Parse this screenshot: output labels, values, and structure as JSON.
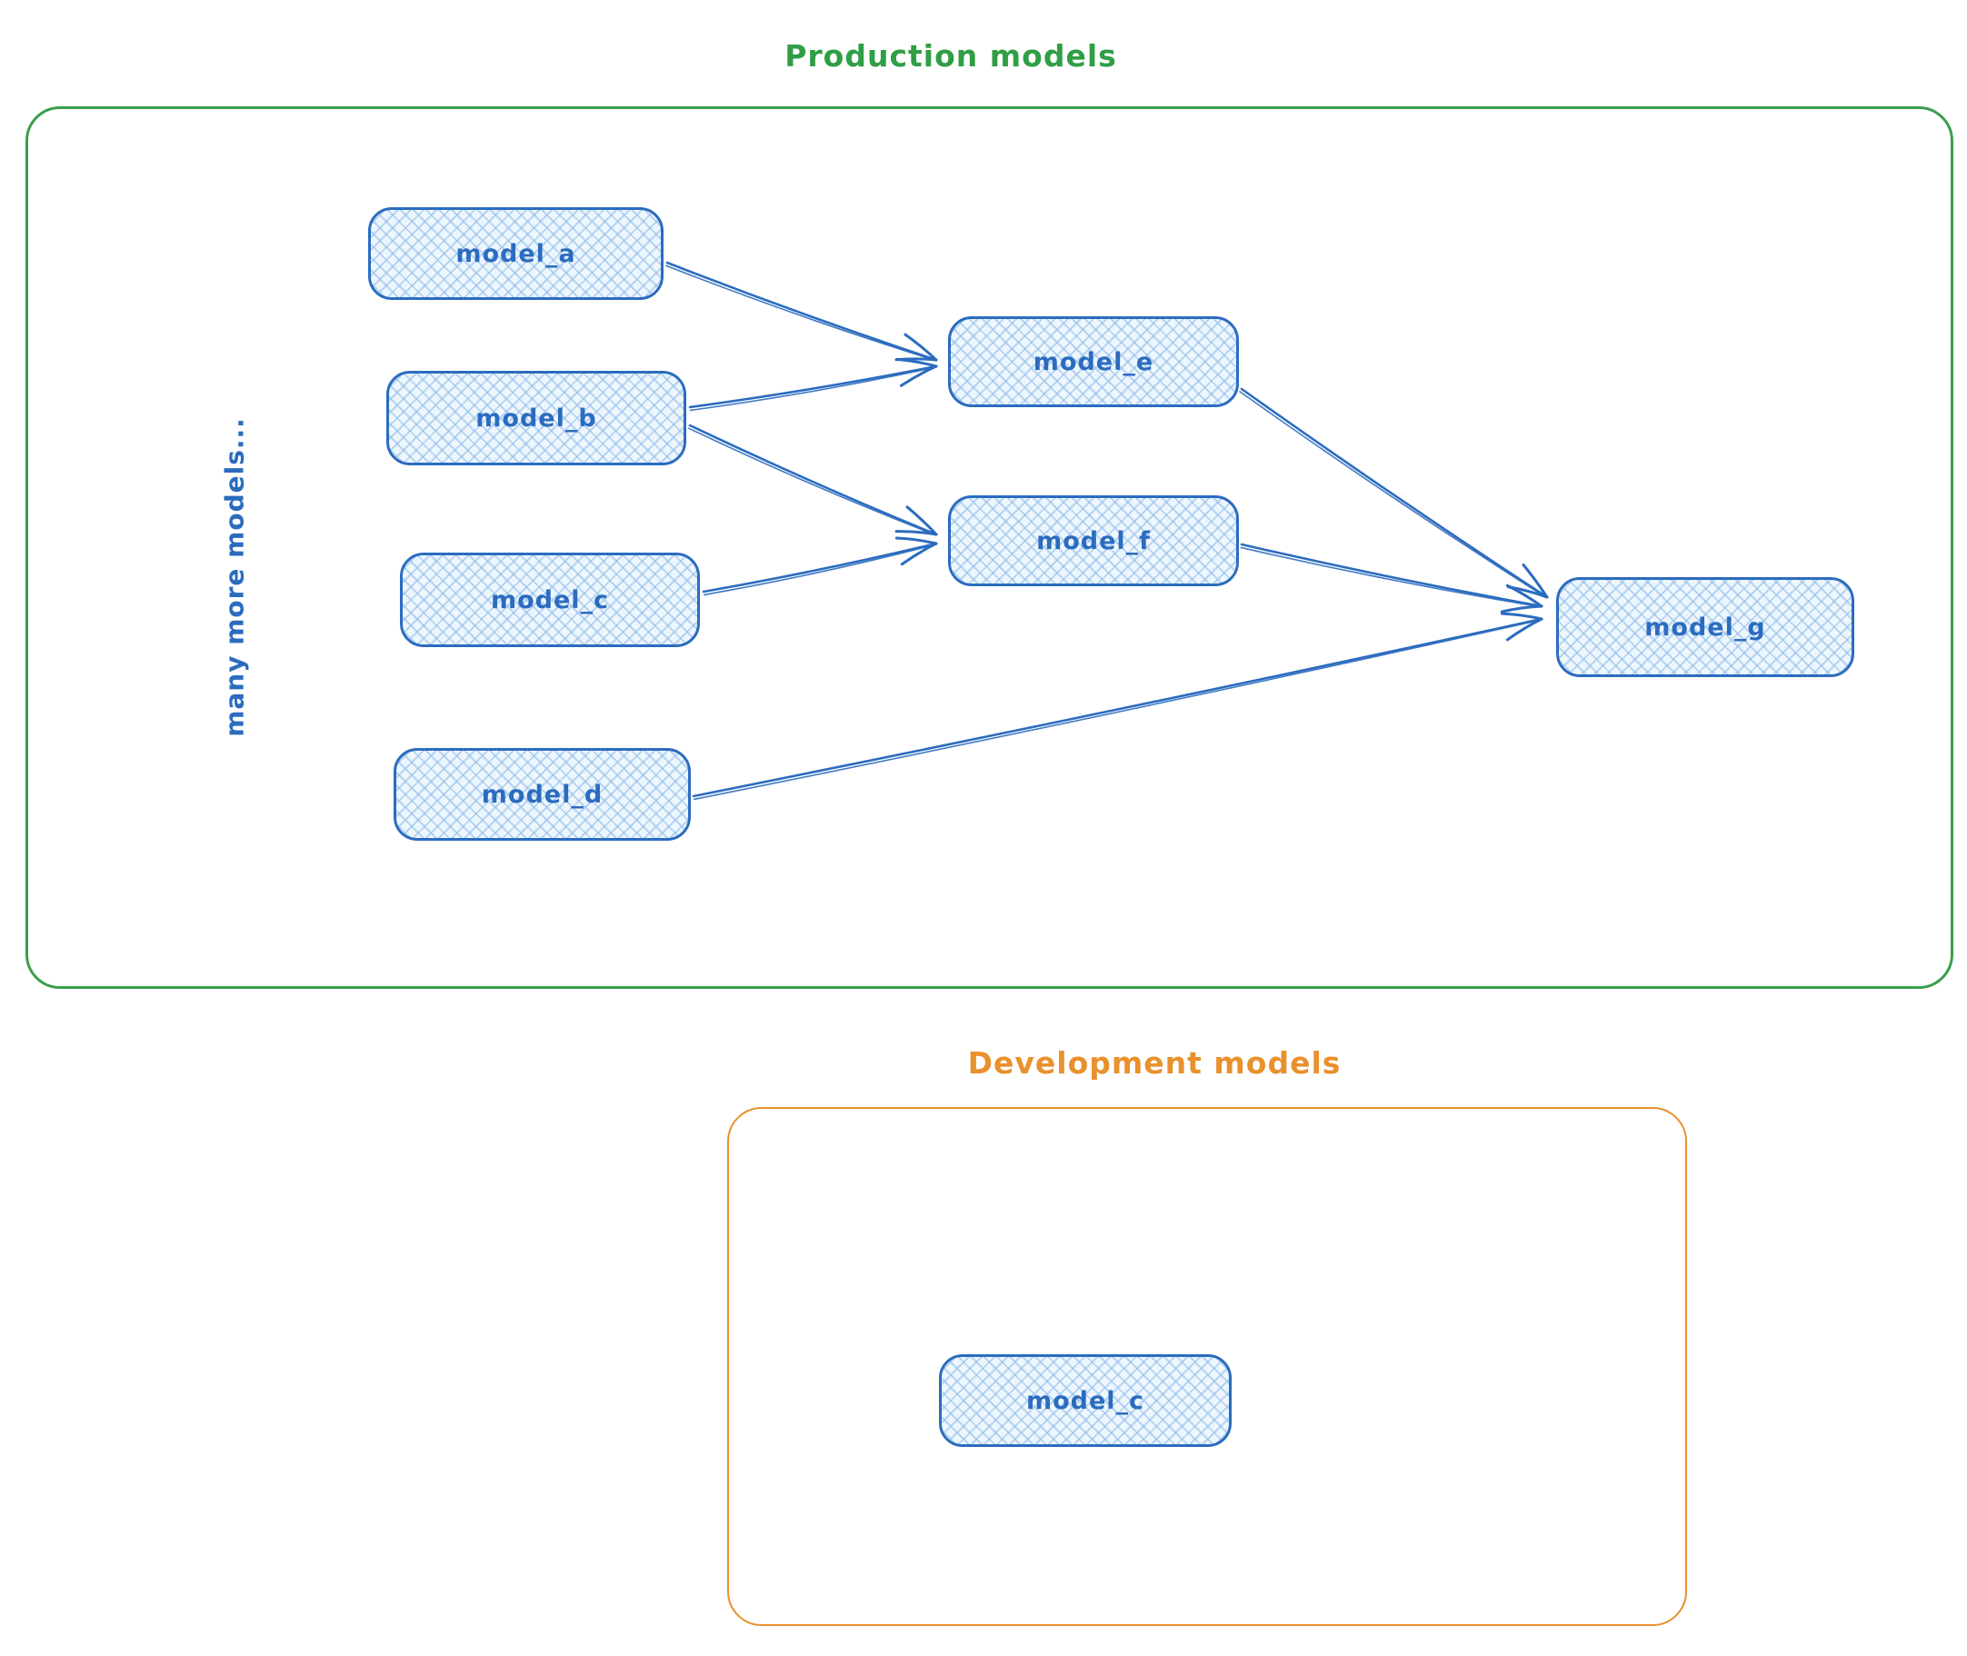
{
  "diagram": {
    "production": {
      "title": "Production models",
      "side_note": "many more models...",
      "nodes": [
        {
          "id": "model_a",
          "label": "model_a"
        },
        {
          "id": "model_b",
          "label": "model_b"
        },
        {
          "id": "model_c",
          "label": "model_c"
        },
        {
          "id": "model_d",
          "label": "model_d"
        },
        {
          "id": "model_e",
          "label": "model_e"
        },
        {
          "id": "model_f",
          "label": "model_f"
        },
        {
          "id": "model_g",
          "label": "model_g"
        }
      ],
      "edges": [
        {
          "from": "model_a",
          "to": "model_e"
        },
        {
          "from": "model_b",
          "to": "model_e"
        },
        {
          "from": "model_b",
          "to": "model_f"
        },
        {
          "from": "model_c",
          "to": "model_f"
        },
        {
          "from": "model_e",
          "to": "model_g"
        },
        {
          "from": "model_f",
          "to": "model_g"
        },
        {
          "from": "model_d",
          "to": "model_g"
        }
      ]
    },
    "development": {
      "title": "Development models",
      "nodes": [
        {
          "id": "model_c_dev",
          "label": "model_c"
        }
      ]
    }
  },
  "colors": {
    "production_border": "#3b9e4b",
    "production_title": "#2f9e44",
    "development_border": "#e8912d",
    "development_title": "#e8912d",
    "node_border": "#2b6cbf",
    "node_fill_bg": "#eef6fd",
    "node_fill_hatch": "#a9cdef",
    "arrow": "#2b6cbf",
    "note_text": "#2b6cbf",
    "background": "#ffffff"
  }
}
